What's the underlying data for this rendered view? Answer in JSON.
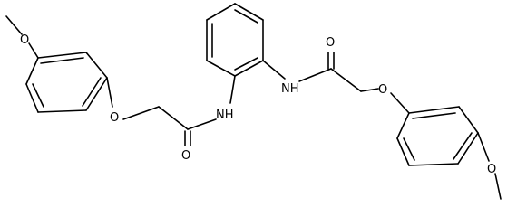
{
  "structure": {
    "atoms": {
      "o_methoxy_left": "O",
      "o_ether_left": "O",
      "n_amide_left": "NH",
      "o_carbonyl_left": "O",
      "n_amide_right": "NH",
      "o_carbonyl_right": "O",
      "o_ether_right": "O",
      "o_methoxy_right": "O"
    },
    "colors": {
      "bond": "#000000",
      "label": "#000000",
      "background": "#ffffff"
    }
  }
}
